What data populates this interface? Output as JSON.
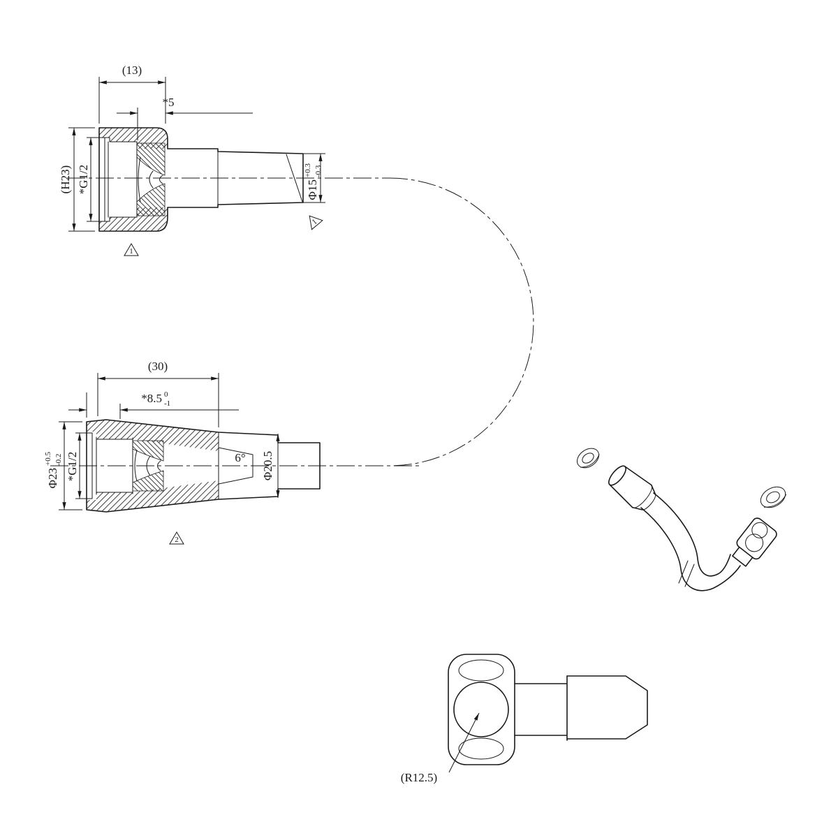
{
  "views": {
    "top": {
      "dim_13": "(13)",
      "dim_5": "*5",
      "dim_h23": "(H23)",
      "thread": "*G1/2",
      "dia_base": "Φ15",
      "dia_upper": "+0.3",
      "dia_lower": "-0.3",
      "flag_a": "1",
      "flag_b": "1"
    },
    "middle": {
      "dim_30": "(30)",
      "depth_base": "*8.5",
      "depth_upper": "0",
      "depth_lower": "-1",
      "dia_base": "Φ23",
      "dia_upper": "+0.5",
      "dia_lower": "-0.2",
      "thread": "*G1/2",
      "angle": "6°",
      "dia_tip": "Φ20.5",
      "flag": "2"
    },
    "elbow": {
      "radius": "(R12.5)"
    }
  }
}
